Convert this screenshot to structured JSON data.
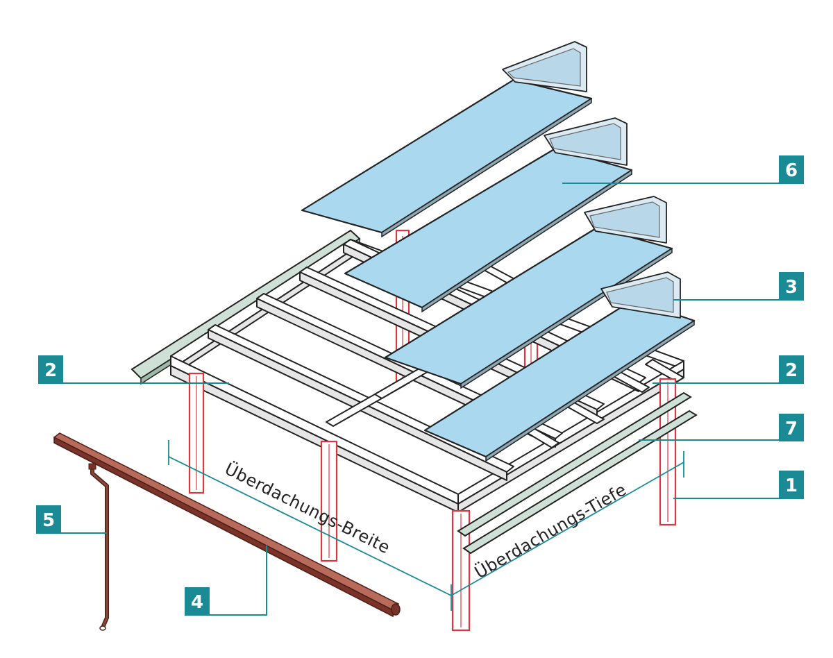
{
  "colors": {
    "badge": "#1a8a95",
    "leader": "#1a8a95",
    "panel": "#a9d8ef",
    "post": "#d9393e",
    "gutter": "#7a3328",
    "gutter_light": "#b86b5a",
    "wall_profile": "#cfe0d6"
  },
  "labels": {
    "badge_2_left": "2",
    "badge_6": "6",
    "badge_3": "3",
    "badge_2_right": "2",
    "badge_7": "7",
    "badge_1": "1",
    "badge_5": "5",
    "badge_4": "4"
  },
  "dimensions": {
    "width_label": "Überdachungs-Breite",
    "depth_label": "Überdachungs-Tiefe"
  },
  "icons": {
    "roof_panel": "polycarbonate-sheet",
    "end_cap": "end-cap-profile",
    "post": "support-post",
    "gutter": "rain-gutter",
    "downpipe": "downpipe",
    "wall_profile": "wall-connection-profile"
  }
}
